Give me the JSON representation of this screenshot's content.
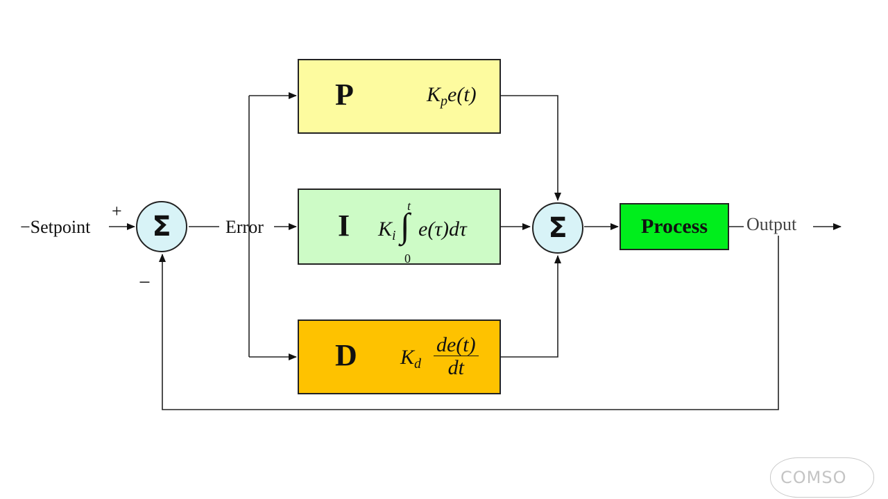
{
  "labels": {
    "setpoint": "−Setpoint",
    "plus": "+",
    "minus": "−",
    "error": "Error",
    "output": "Output"
  },
  "summing_symbol": "Σ",
  "blocks": {
    "p": {
      "letter": "P",
      "formula": {
        "k": "K",
        "sub": "p",
        "body": "e(t)"
      }
    },
    "i": {
      "letter": "I",
      "formula": {
        "k": "K",
        "sub": "i",
        "integral": "∫",
        "upper": "t",
        "lower": "0",
        "body": "e(τ)dτ"
      }
    },
    "d": {
      "letter": "D",
      "formula": {
        "k": "K",
        "sub": "d",
        "numerator": "de(t)",
        "denominator": "dt"
      }
    },
    "process": {
      "label": "Process"
    }
  },
  "watermark": "COMSO",
  "colors": {
    "p_fill": "#fdfb9f",
    "i_fill": "#cdfbc6",
    "d_fill": "#fec200",
    "process_fill": "#00ee1c",
    "sum_fill": "#d8f3f7"
  }
}
